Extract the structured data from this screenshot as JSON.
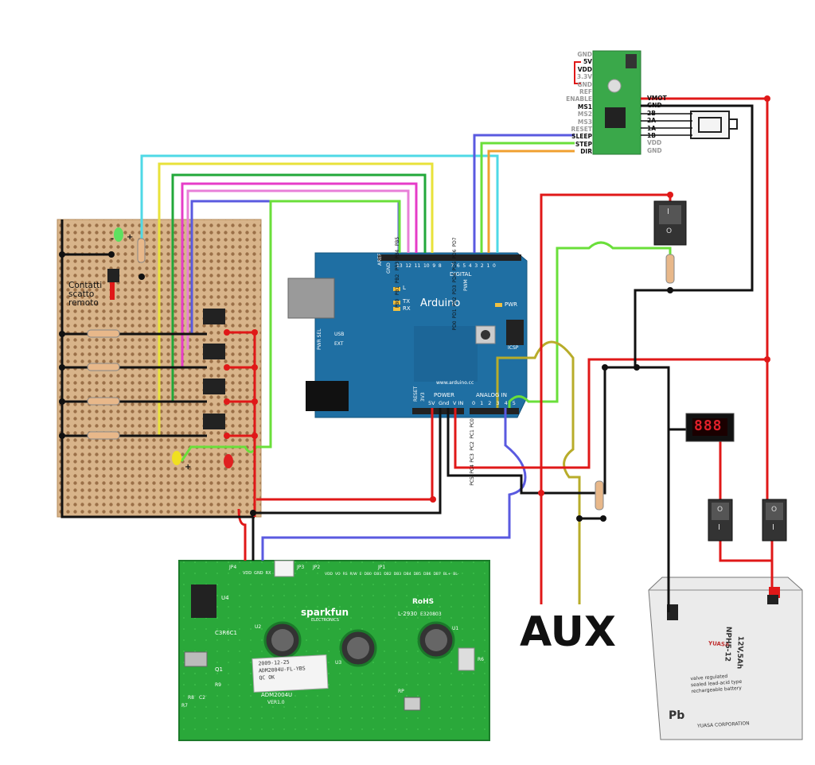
{
  "driver": {
    "left_pins": [
      "GND",
      "5V",
      "VDD",
      "3.3V",
      "GND",
      "REF",
      "ENABLE",
      "MS1",
      "MS2",
      "MS3",
      "RESET",
      "SLEEP",
      "STEP",
      "DIR"
    ],
    "right_pins": [
      "VMOT",
      "GND",
      "2B",
      "2A",
      "1A",
      "1B",
      "VDD",
      "GND"
    ]
  },
  "arduino": {
    "brand": "Arduino",
    "url": "www.arduino.cc",
    "aref": "AREF",
    "gnd": "GND",
    "digital": "DIGITAL",
    "pwm_tilde": "PWM~",
    "pwm": "PWM",
    "tx": "TX",
    "rx": "RX",
    "pwr": "PWR",
    "usb": "USB",
    "ext": "EXT",
    "pwr_sel": "PWR SEL",
    "icsp": "ICSP",
    "l_led": "L",
    "reset": "RESET",
    "v33": "3V3",
    "power": "POWER",
    "analog_in": "ANALOG IN",
    "pin_5v": "5V",
    "pin_gnd": "Gnd",
    "pin_vin": "V IN",
    "digital_numbers": [
      "13",
      "12",
      "11",
      "10",
      "9",
      "8",
      "7",
      "6",
      "5",
      "4",
      "3",
      "2",
      "1",
      "0"
    ],
    "port_labels_b": [
      "PB5",
      "PB4",
      "PB3",
      "PB2",
      "PB1",
      "PB0"
    ],
    "port_labels_d": [
      "PD7",
      "PD6",
      "PD5",
      "PD4",
      "PD3",
      "PD2",
      "PD1",
      "PD0"
    ],
    "analog_numbers": [
      "0",
      "1",
      "2",
      "3",
      "4",
      "5"
    ],
    "port_labels_c": [
      "PC0",
      "PC1",
      "PC2",
      "PC3",
      "PC4",
      "PC5"
    ]
  },
  "perfboard": {
    "label_line1": "Contatti",
    "label_line2": "scatto",
    "label_line3": "remoto",
    "led_minus": "-",
    "led_plus": "+",
    "yellow_plus": "+"
  },
  "lcd": {
    "jp4": "JP4",
    "jp3": "JP3",
    "jp2": "JP2",
    "jp1": "JP1",
    "header_pins": [
      "VDD",
      "GND",
      "RX"
    ],
    "brand": "sparkfun",
    "brand_sub": "ELECTRONICS",
    "rohs": "RoHS",
    "cert": "L-2930",
    "cert2": "E320803",
    "part_c": "C3R6C1",
    "u4": "U4",
    "u2": "U2",
    "u3": "U3",
    "u1": "U1",
    "q1": "Q1",
    "r9": "R9",
    "r8": "R8",
    "r7": "R7",
    "c2": "C2",
    "r6": "R6",
    "rp": "RP",
    "model": "ADM2004U",
    "ver": "VER1.0",
    "sticker_line1": "2009-12-25",
    "sticker_line2": "ADM2004U-FL-YBS",
    "sticker_line3": "QC OK",
    "jp1_pins": [
      "VDD",
      "VO",
      "RS",
      "R/W",
      "E",
      "DB0",
      "DB1",
      "DB2",
      "DB3",
      "DB4",
      "DB5",
      "DB6",
      "DB7",
      "BL+",
      "BL-"
    ]
  },
  "aux_label": "AUX",
  "battery": {
    "brand": "YUASA",
    "model": "NPH5-12",
    "rating": "12V,5Ah",
    "text1": "valve regulated",
    "text2": "sealed lead-acid type",
    "text3": "rechargeable battery",
    "maker": "YUASA CORPORATION",
    "pb": "Pb"
  },
  "voltmeter_digits": "888",
  "switch_on": "I",
  "switch_off": "O",
  "colors": {
    "red": "#e01818",
    "black": "#111111",
    "cyan": "#4fd9e6",
    "yellow": "#e8e23a",
    "green": "#22a83a",
    "magenta": "#e63cc8",
    "pink": "#e87fd8",
    "blue": "#5a5ae0",
    "lime": "#6adf3a",
    "orange": "#f0a030",
    "olive": "#b8ac2a",
    "arduino_blue": "#1f6fa3",
    "pcb_green": "#2aa83a",
    "board_tan": "#d8b48a"
  }
}
